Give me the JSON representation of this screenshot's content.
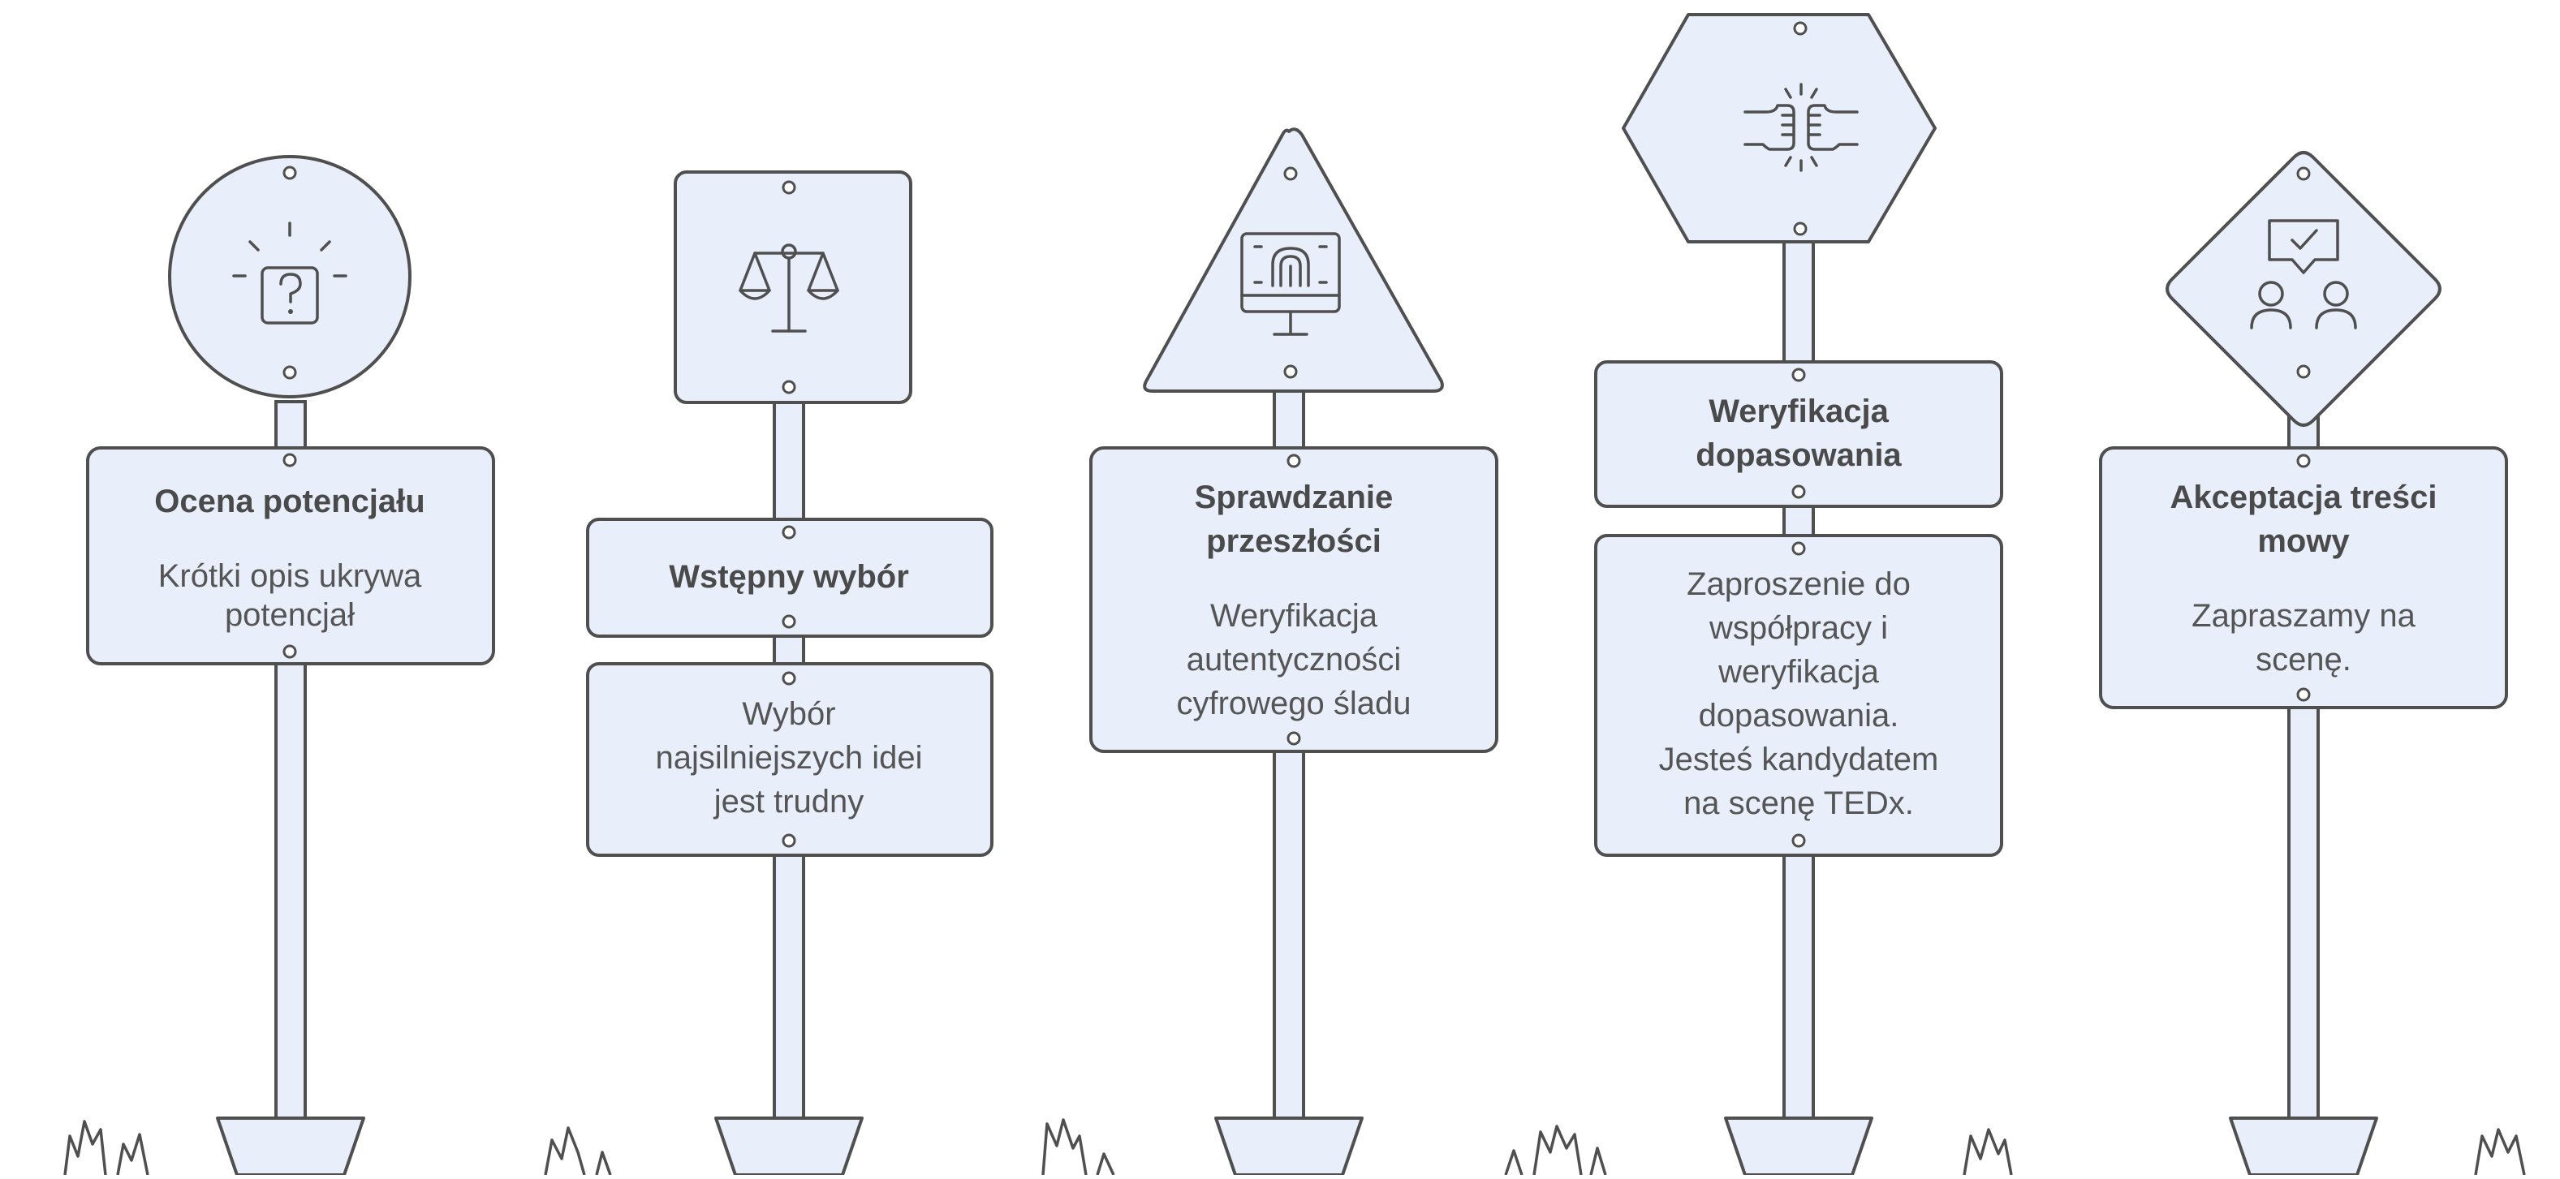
{
  "steps": [
    {
      "title": [
        "Ocena potencjału"
      ],
      "desc": [
        "Krótki opis ukrywa",
        "potencjał"
      ],
      "icon": "question-box-icon"
    },
    {
      "title": [
        "Wstępny wybór"
      ],
      "desc": [
        "Wybór",
        "najsilniejszych idei",
        "jest trudny"
      ],
      "icon": "balance-scale-icon"
    },
    {
      "title": [
        "Sprawdzanie",
        "przeszłości"
      ],
      "desc": [
        "Weryfikacja",
        "autentyczności",
        "cyfrowego śladu"
      ],
      "icon": "fingerprint-monitor-icon"
    },
    {
      "title": [
        "Weryfikacja",
        "dopasowania"
      ],
      "desc": [
        "Zaproszenie do",
        "współpracy i",
        "weryfikacja",
        "dopasowania.",
        "Jesteś kandydatem",
        "na scenę TEDx."
      ],
      "icon": "fist-bump-icon"
    },
    {
      "title": [
        "Akceptacja treści",
        "mowy"
      ],
      "desc": [
        "Zapraszamy na",
        "scenę."
      ],
      "icon": "approval-chat-icon"
    }
  ],
  "colors": {
    "sign_fill": "#e9eefb",
    "outline": "#4f4f4f",
    "text": "#4a4a4a"
  }
}
